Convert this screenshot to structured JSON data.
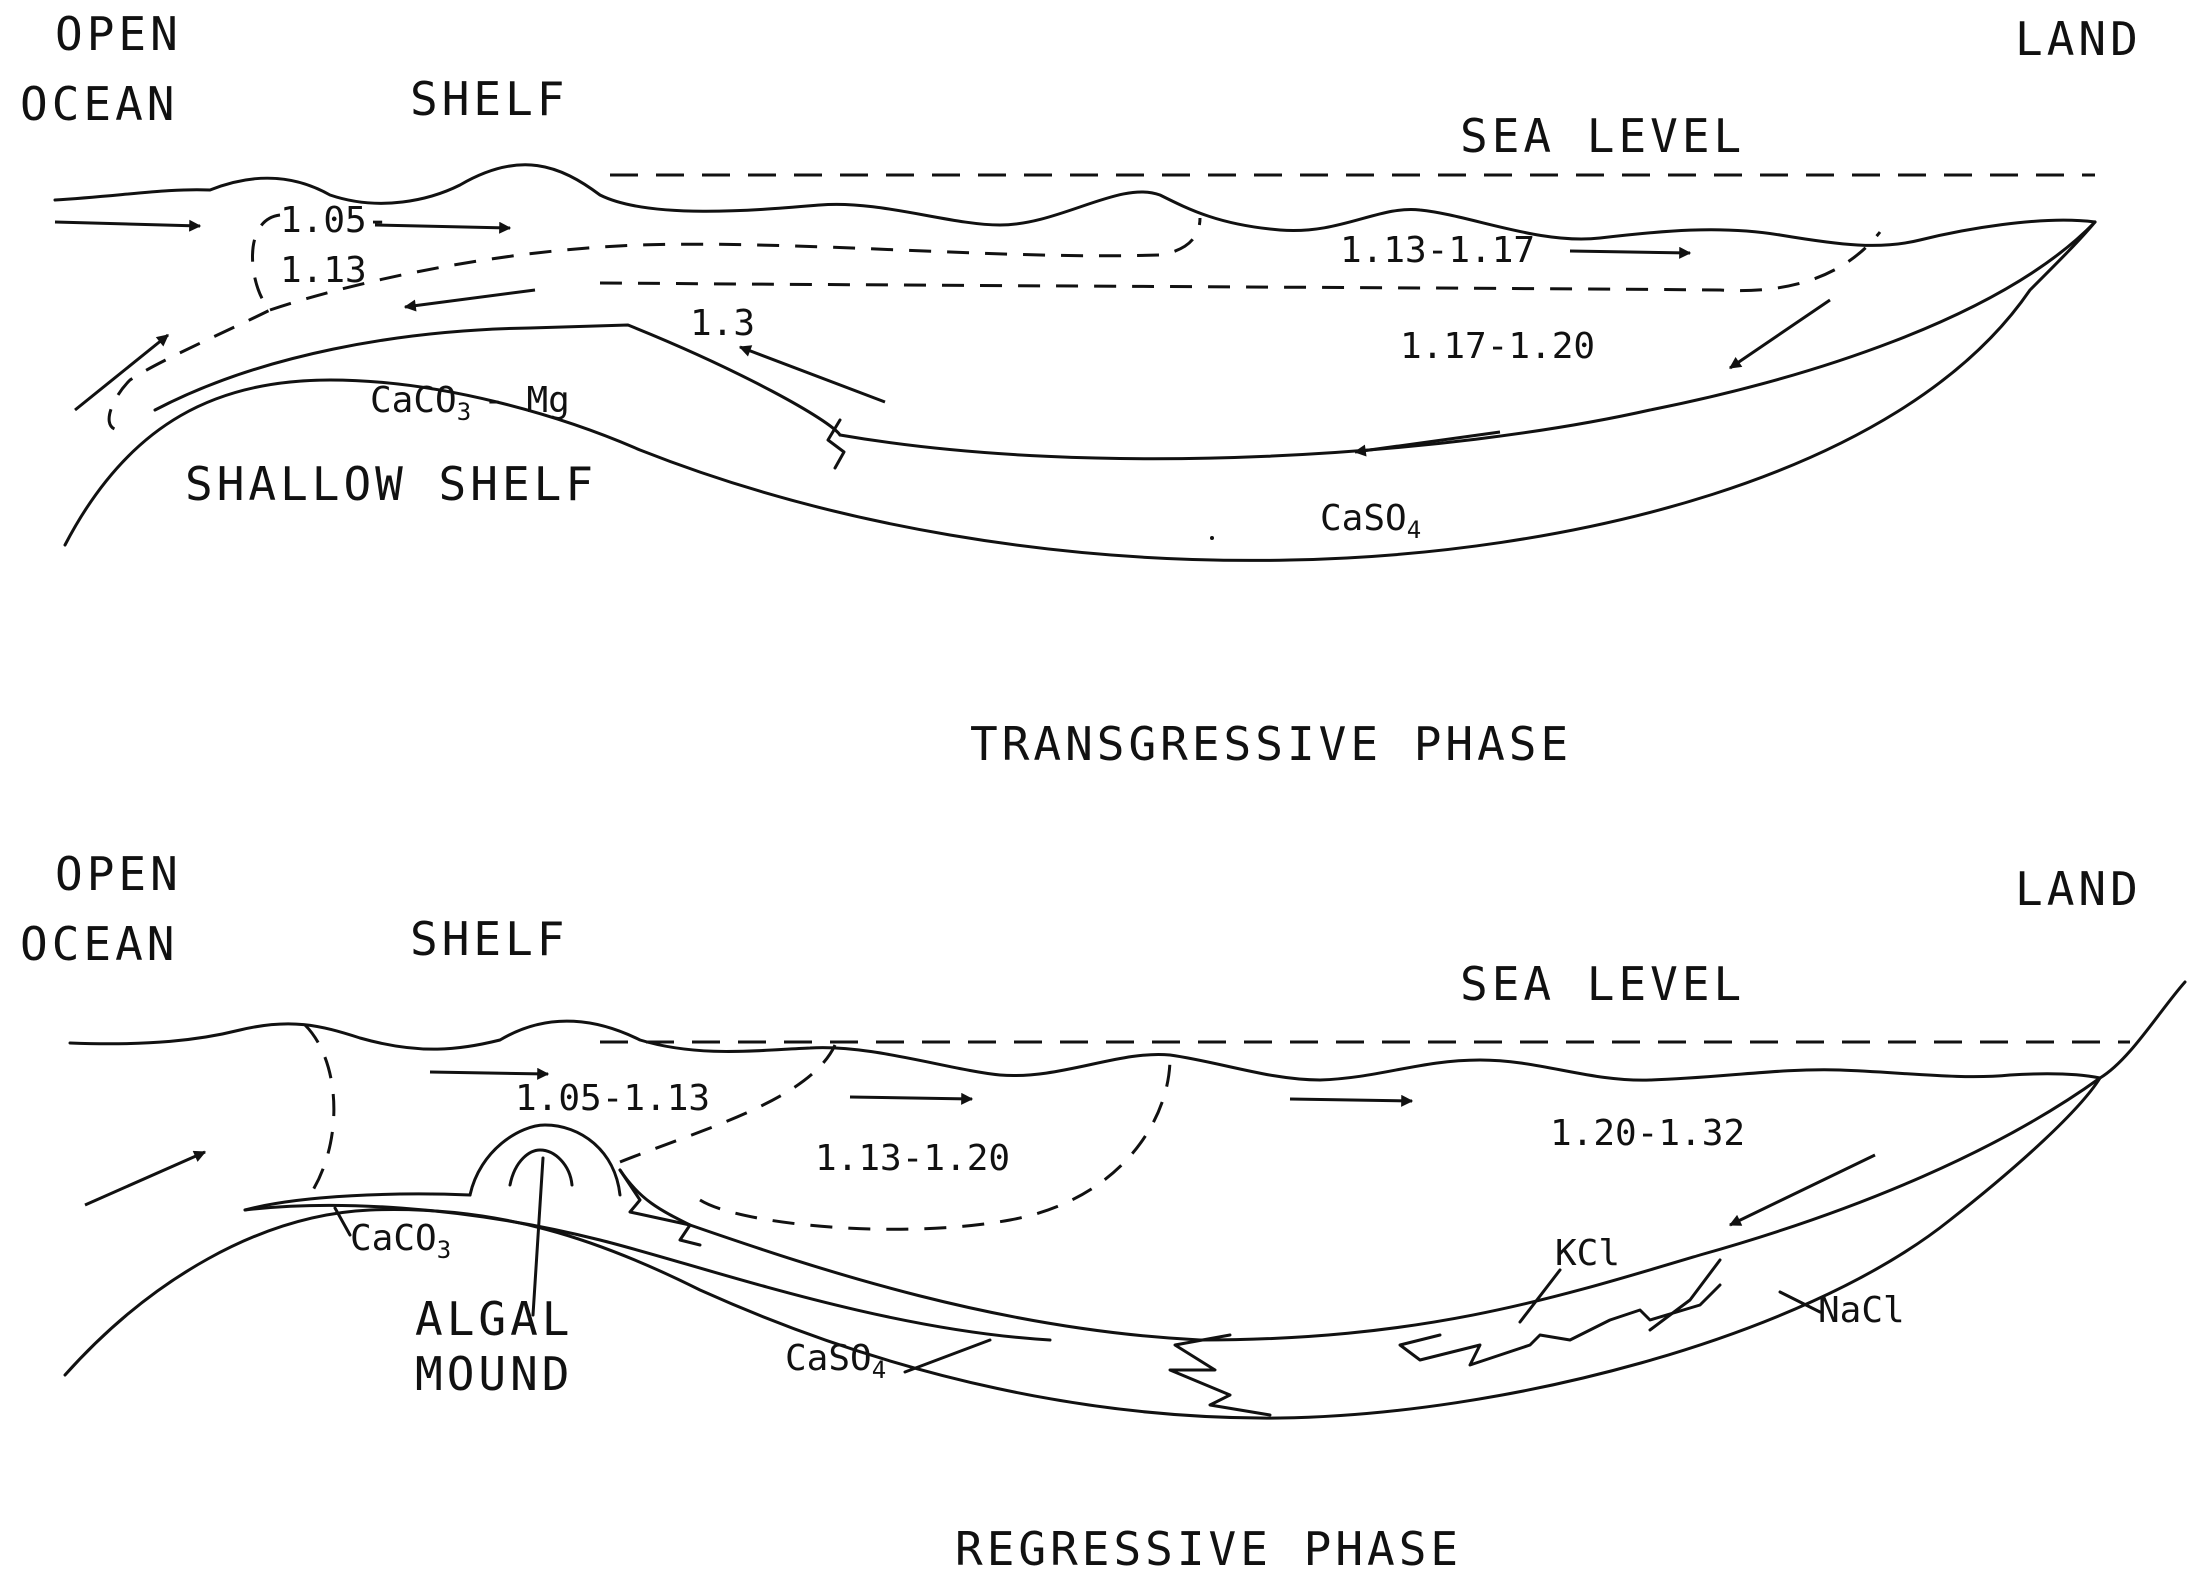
{
  "top": {
    "open_ocean": [
      "OPEN",
      "OCEAN"
    ],
    "shelf": "SHELF",
    "land": "LAND",
    "sea_level": "SEA LEVEL",
    "density_1": [
      "1.05-",
      "1.13"
    ],
    "density_2": "1.13-1.17",
    "density_3": "1.3",
    "density_4": "1.17-1.20",
    "mineral_caco3_mg": {
      "text": "CaCO",
      "sub": "3",
      "suffix": "- Mg"
    },
    "shallow_shelf": "SHALLOW SHELF",
    "mineral_caso4": {
      "text": "CaSO",
      "sub": "4"
    },
    "phase_title": "TRANSGRESSIVE PHASE"
  },
  "bottom": {
    "open_ocean": [
      "OPEN",
      "OCEAN"
    ],
    "shelf": "SHELF",
    "land": "LAND",
    "sea_level": "SEA LEVEL",
    "density_1": "1.05-1.13",
    "density_2": "1.13-1.20",
    "density_3": "1.20-1.32",
    "mineral_caco3": {
      "text": "CaCO",
      "sub": "3"
    },
    "algal_mound": [
      "ALGAL",
      "MOUND"
    ],
    "mineral_kcl": "KCl",
    "mineral_nacl": "NaCl",
    "mineral_caso4": {
      "text": "CaSO",
      "sub": "4"
    },
    "phase_title": "REGRESSIVE PHASE"
  }
}
